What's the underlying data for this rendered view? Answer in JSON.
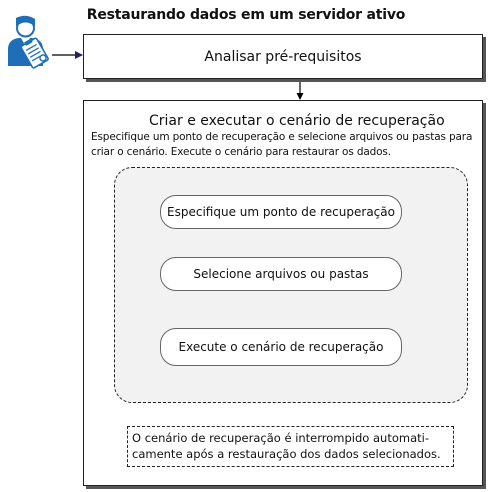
{
  "title": "Restaurando dados em um servidor ativo",
  "prerequisites": {
    "label": "Analisar pré-requisitos"
  },
  "main_task": {
    "heading": "Criar e executar o cenário de recuperação",
    "description": "Especifique um ponto de recuperação e selecione arquivos ou pastas para criar o cenário. Execute o cenário para restaurar os dados.",
    "steps": [
      {
        "label": "Especifique um ponto de recuperação"
      },
      {
        "label": "Selecione arquivos ou pastas"
      },
      {
        "label": "Execute o cenário de recuperação"
      }
    ],
    "note": "O cenário de recuperação é interrompido automati-camente após a restauração dos dados selecionados."
  },
  "icons": {
    "user": "administrator-with-checklist-icon"
  },
  "colors": {
    "icon_blue": "#1f6fb8",
    "connector_line": "#000000",
    "connector_arrow": "#2b1f5c",
    "panel_background": "#f2f2f2"
  }
}
